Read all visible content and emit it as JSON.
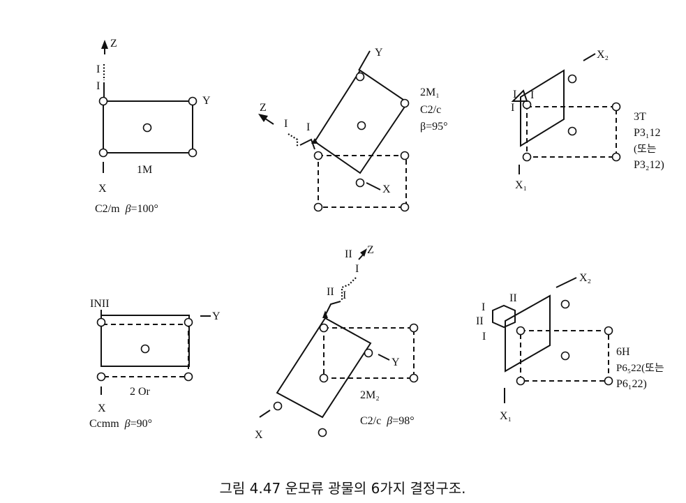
{
  "panels": {
    "p1": {
      "axis_z": "Z",
      "axis_y": "Y",
      "axis_x": "X",
      "site_top": "I",
      "site_bottom": "I",
      "polytype": "1M",
      "symmetry": "C2/m",
      "beta_symbol": "β",
      "beta_value": "=100°"
    },
    "p2": {
      "axis_y": "Y",
      "axis_z": "Z",
      "axis_x": "X",
      "site_a": "I",
      "site_b": "I",
      "polytype": "2M₁",
      "symmetry": "C2/c",
      "beta": "β=95°"
    },
    "p3": {
      "axis_x2": "X₂",
      "axis_x1": "X₁",
      "site_a": "I",
      "site_b": "I",
      "site_c": "I",
      "polytype": "3T",
      "spacegroup": "P3₁12",
      "alt_open": "(또는",
      "alt_close": "P3₂12)"
    },
    "p4": {
      "site_label": "INII",
      "axis_y": "Y",
      "axis_x": "X",
      "polytype": "2 Or",
      "symmetry": "Ccmm",
      "beta_symbol": "β",
      "beta_value": "=90°"
    },
    "p5": {
      "site_ii_top": "II",
      "axis_z": "Z",
      "site_i_top": "I",
      "site_ii_mid": "II",
      "site_i_mid": "I",
      "axis_y": "Y",
      "axis_x": "X",
      "polytype": "2M₂",
      "symmetry": "C2/c",
      "beta_symbol": "β",
      "beta_value": "=98°"
    },
    "p6": {
      "axis_x2": "X₂",
      "axis_x1": "X₁",
      "site_ii_top": "II",
      "site_i_left": "I",
      "site_ii_left": "II",
      "site_i_bottom": "I",
      "polytype": "6H",
      "spacegroup": "P6₅22(또는",
      "alt_close": "P6₁22)"
    }
  },
  "caption": "그림 4.47  운모류 광물의 6가지 결정구조."
}
